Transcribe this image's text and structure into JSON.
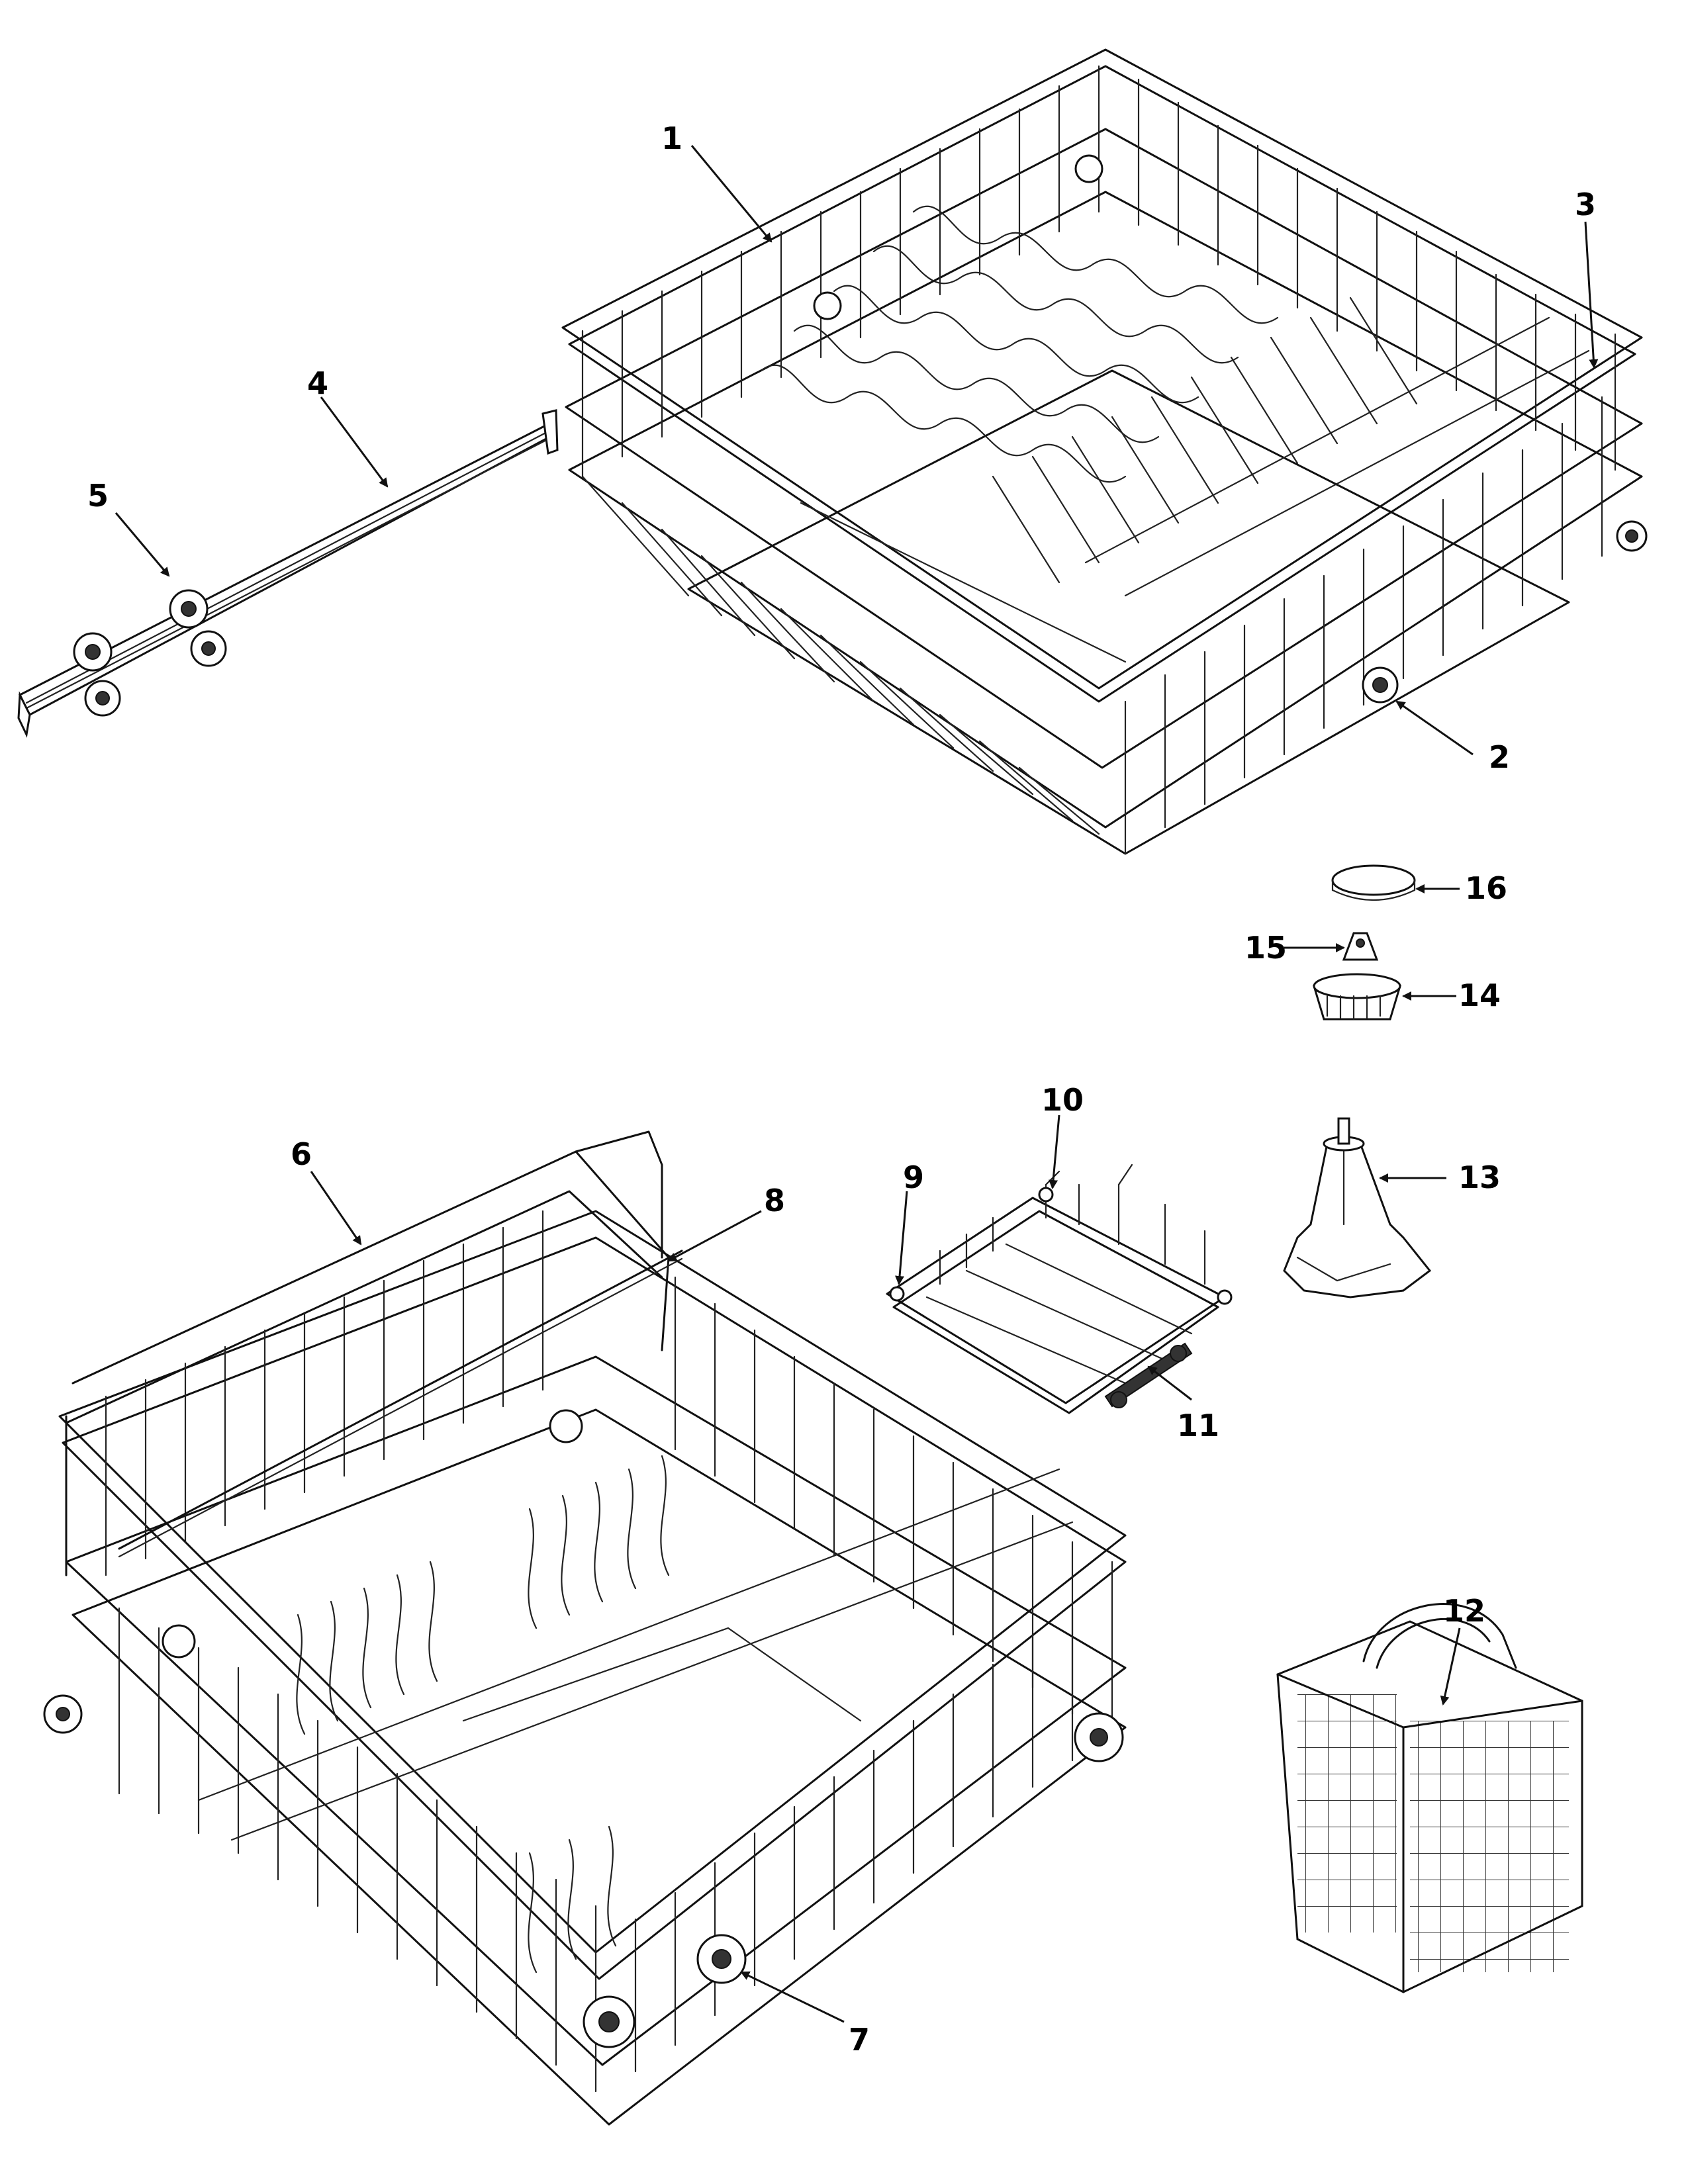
{
  "parts": [
    {
      "number": "1",
      "name": "upper-rack"
    },
    {
      "number": "2",
      "name": "upper-rack-wheel"
    },
    {
      "number": "3",
      "name": "upper-rack-wire-edge"
    },
    {
      "number": "4",
      "name": "upper-rack-track"
    },
    {
      "number": "5",
      "name": "track-roller-wheels"
    },
    {
      "number": "6",
      "name": "lower-rack"
    },
    {
      "number": "7",
      "name": "lower-rack-wheel"
    },
    {
      "number": "8",
      "name": "lower-rack-rod"
    },
    {
      "number": "9",
      "name": "shelf-wire-left"
    },
    {
      "number": "10",
      "name": "cup-shelf"
    },
    {
      "number": "11",
      "name": "shelf-clip"
    },
    {
      "number": "12",
      "name": "silverware-basket"
    },
    {
      "number": "13",
      "name": "spray-tower"
    },
    {
      "number": "14",
      "name": "tower-nut"
    },
    {
      "number": "15",
      "name": "tower-nozzle"
    },
    {
      "number": "16",
      "name": "tower-cap"
    }
  ],
  "arrow_marker_id": "arrowhead"
}
